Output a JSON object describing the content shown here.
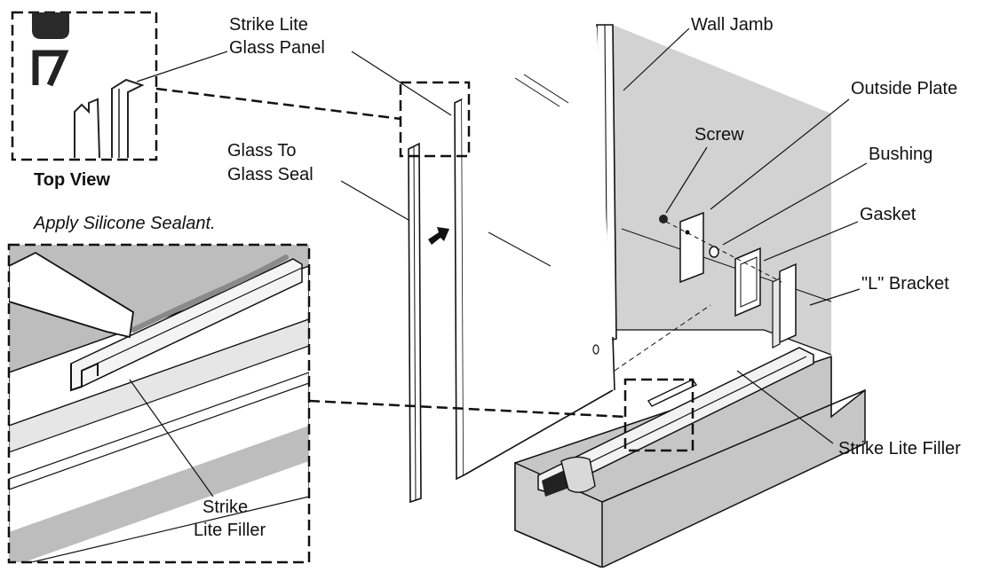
{
  "labels": {
    "strike_lite_glass_panel_line1": "Strike Lite",
    "strike_lite_glass_panel_line2": "Glass Panel",
    "top_view": "Top View",
    "glass_seal_line1": "Glass To",
    "glass_seal_line2": "Glass Seal",
    "apply_sealant": "Apply Silicone Sealant.",
    "wall_jamb": "Wall Jamb",
    "outside_plate": "Outside Plate",
    "screw": "Screw",
    "bushing": "Bushing",
    "gasket": "Gasket",
    "l_bracket": "\"L\" Bracket",
    "strike_lite_filler": "Strike Lite Filler",
    "detail_filler_line1": "Strike",
    "detail_filler_line2": "Lite Filler"
  },
  "colors": {
    "wall_gray": "#d2d2d2",
    "sill_gray": "#c6c6c6",
    "line": "#111111"
  }
}
